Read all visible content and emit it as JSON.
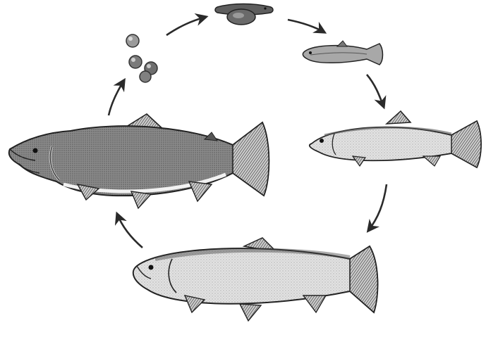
{
  "diagram": {
    "type": "life-cycle",
    "direction": "clockwise",
    "stages": [
      {
        "id": "eggs",
        "icon": "salmon-eggs-icon"
      },
      {
        "id": "alevin",
        "icon": "alevin-icon"
      },
      {
        "id": "fry",
        "icon": "fry-icon"
      },
      {
        "id": "smolt",
        "icon": "smolt-fish-icon"
      },
      {
        "id": "adult",
        "icon": "adult-salmon-icon"
      },
      {
        "id": "spawner",
        "icon": "spawning-salmon-icon"
      }
    ],
    "colors": {
      "ink": "#1e1e1e",
      "dark_body": "#6a6a6a",
      "mid_body": "#9a9a9a",
      "light_body": "#dedede",
      "arrow": "#2a2a2a"
    }
  }
}
